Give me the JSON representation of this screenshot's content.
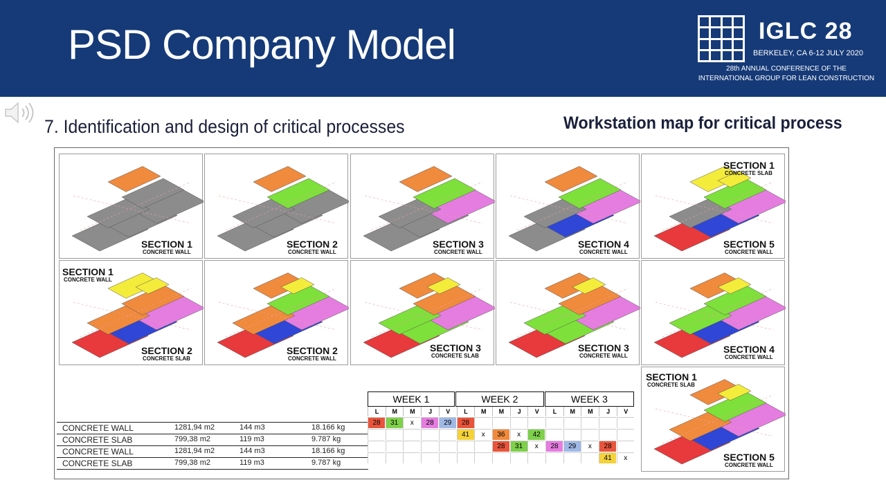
{
  "slide": {
    "title": "PSD Company Model",
    "subheading": "7. Identification and design of critical processes",
    "map_heading": "Workstation map for critical process"
  },
  "logo": {
    "name": "IGLC 28",
    "location": "BERKELEY, CA   6-12 JULY 2020",
    "line1": "28th ANNUAL CONFERENCE OF THE",
    "line2": "INTERNATIONAL GROUP FOR LEAN CONSTRUCTION"
  },
  "colors": {
    "banner": "#163a78",
    "orange": "#f08a3c",
    "green": "#7ee03a",
    "pink": "#e57de0",
    "blue": "#2f46d6",
    "red": "#e8393c",
    "yellow": "#f4ec3a",
    "grey": "#8c8c8c"
  },
  "panels": [
    {
      "section": "SECTION 1",
      "type": "CONCRETE WALL"
    },
    {
      "section": "SECTION 2",
      "type": "CONCRETE WALL"
    },
    {
      "section": "SECTION 3",
      "type": "CONCRETE WALL"
    },
    {
      "section": "SECTION 4",
      "type": "CONCRETE WALL"
    },
    {
      "section": "SECTION 1",
      "type": "CONCRETE SLAB"
    },
    {
      "section": "SECTION 5",
      "type": "CONCRETE WALL"
    },
    {
      "section": "SECTION 1",
      "type": "CONCRETE WALL"
    },
    {
      "section": "SECTION 2",
      "type": "CONCRETE SLAB"
    },
    {
      "section": "SECTION 2",
      "type": "CONCRETE WALL"
    },
    {
      "section": "SECTION 3",
      "type": "CONCRETE SLAB"
    },
    {
      "section": "SECTION 3",
      "type": "CONCRETE WALL"
    },
    {
      "section": "SECTION 4",
      "type": "CONCRETE WALL"
    },
    {
      "section": "SECTION 1",
      "type": "CONCRETE SLAB"
    },
    {
      "section": "SECTION 5",
      "type": "CONCRETE WALL"
    }
  ],
  "quantities": [
    {
      "item": "CONCRETE WALL",
      "area": "1281,94 m2",
      "volume": "144 m3",
      "weight": "18.166 kg"
    },
    {
      "item": "CONCRETE SLAB",
      "area": "799,38 m2",
      "volume": "119 m3",
      "weight": "9.787 kg"
    },
    {
      "item": "CONCRETE WALL",
      "area": "1281,94 m2",
      "volume": "144 m3",
      "weight": "18.166 kg"
    },
    {
      "item": "CONCRETE SLAB",
      "area": "799,38 m2",
      "volume": "119 m3",
      "weight": "9.787 kg"
    }
  ],
  "schedule": {
    "weeks": [
      "WEEK 1",
      "WEEK 2",
      "WEEK 3"
    ],
    "days": [
      "L",
      "M",
      "M",
      "J",
      "V"
    ],
    "rows": [
      [
        "28",
        "31",
        "x",
        "28",
        "29",
        "28",
        "",
        "",
        "",
        "",
        "",
        "",
        "",
        "",
        ""
      ],
      [
        "",
        "",
        "",
        "",
        "",
        "41",
        "x",
        "36",
        "x",
        "42",
        "",
        "",
        "",
        "",
        ""
      ],
      [
        "",
        "",
        "",
        "",
        "",
        "",
        "",
        "28",
        "31",
        "x",
        "28",
        "29",
        "x",
        "28",
        ""
      ],
      [
        "",
        "",
        "",
        "",
        "",
        "",
        "",
        "",
        "",
        "",
        "",
        "",
        "",
        "41",
        "x"
      ]
    ],
    "cell_colors": {
      "28": "#e8553c",
      "29": "#9fb8e6",
      "31": "#7ed04a",
      "36": "#f08a3c",
      "41": "#f4d23a",
      "42": "#7ed04a",
      "28p": "#e57de0"
    }
  }
}
